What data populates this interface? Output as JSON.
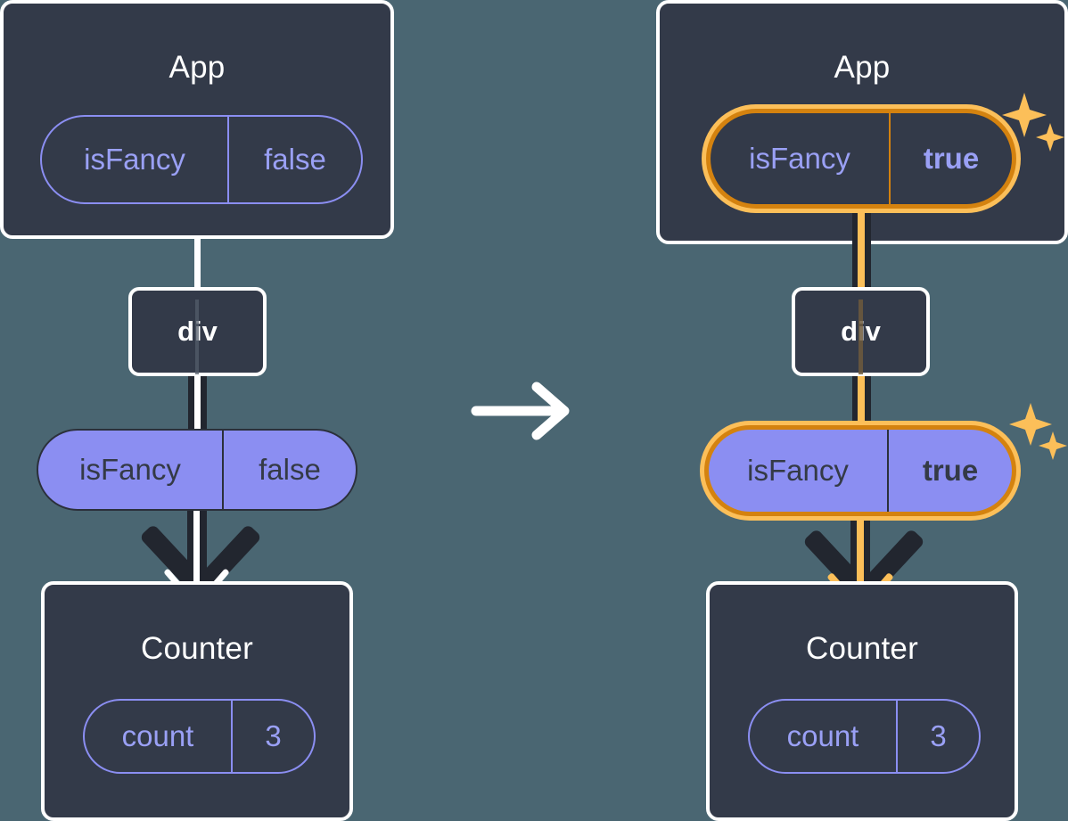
{
  "diagram": {
    "type": "react-state-propagation",
    "transition_icon": "right-arrow-icon",
    "panels": [
      {
        "side": "before",
        "app": {
          "title": "App",
          "state_pill": {
            "key": "isFancy",
            "value": "false",
            "highlighted": false
          }
        },
        "div": {
          "label": "div"
        },
        "props_pill": {
          "key": "isFancy",
          "value": "false",
          "highlighted": false
        },
        "counter": {
          "title": "Counter",
          "state_pill": {
            "key": "count",
            "value": "3",
            "highlighted": false
          }
        }
      },
      {
        "side": "after",
        "app": {
          "title": "App",
          "state_pill": {
            "key": "isFancy",
            "value": "true",
            "highlighted": true
          }
        },
        "div": {
          "label": "div"
        },
        "props_pill": {
          "key": "isFancy",
          "value": "true",
          "highlighted": true
        },
        "counter": {
          "title": "Counter",
          "state_pill": {
            "key": "count",
            "value": "3",
            "highlighted": false
          }
        }
      }
    ],
    "sparkle_icons": [
      "sparkle-large-icon",
      "sparkle-small-icon"
    ],
    "colors": {
      "background": "#4a6672",
      "panel_fill": "#333a49",
      "panel_border": "#ffffff",
      "pill_purple": "#8b8ef2",
      "pill_text_dark": "#343a46",
      "pill_outline_text": "#9aa0f5",
      "highlight_orange": "#d4820f",
      "highlight_orange_light": "#fcbf59",
      "wire_dark": "#22262f"
    }
  }
}
